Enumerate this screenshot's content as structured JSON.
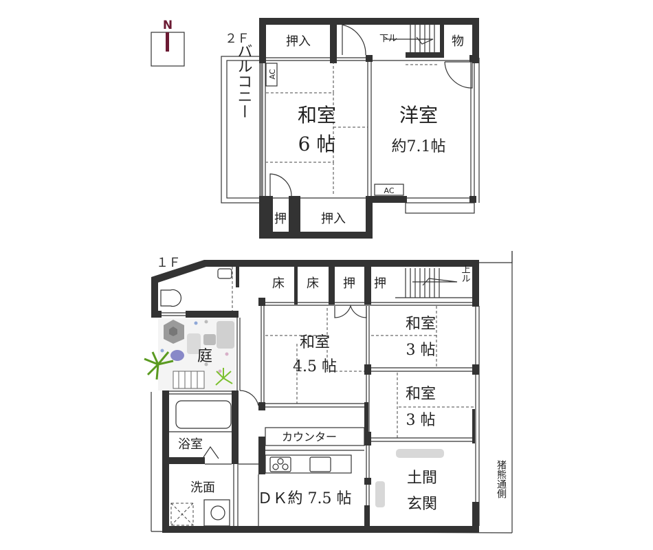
{
  "compass": {
    "label": "N",
    "color": "#6b1a33"
  },
  "floor2": {
    "label": "２Ｆ",
    "rooms": {
      "closet_top": "押入",
      "stairs_down": "下ル",
      "storage": "物",
      "balcony": "バルコニー",
      "washitsu_name": "和室",
      "washitsu_size": "6 帖",
      "yoshitsu_name": "洋室",
      "yoshitsu_size": "約7.1帖",
      "ac_left": "AC",
      "ac_right": "AC",
      "closet_small": "押",
      "closet_bottom": "押入"
    }
  },
  "floor1": {
    "label": "１Ｆ",
    "rooms": {
      "alcove1": "床",
      "alcove2": "床",
      "closet1": "押",
      "closet2": "押",
      "stairs_up": "上ル",
      "garden": "庭",
      "washitsu45_name": "和室",
      "washitsu45_size": "4.5 帖",
      "washitsu3a_name": "和室",
      "washitsu3a_size": "3 帖",
      "washitsu3b_name": "和室",
      "washitsu3b_size": "3 帖",
      "counter": "カウンター",
      "bathroom": "浴室",
      "washroom": "洗面",
      "dk": "ＤＫ約 7.5 帖",
      "doma": "土間",
      "entrance": "玄関",
      "street_side": "猪熊通側"
    }
  }
}
